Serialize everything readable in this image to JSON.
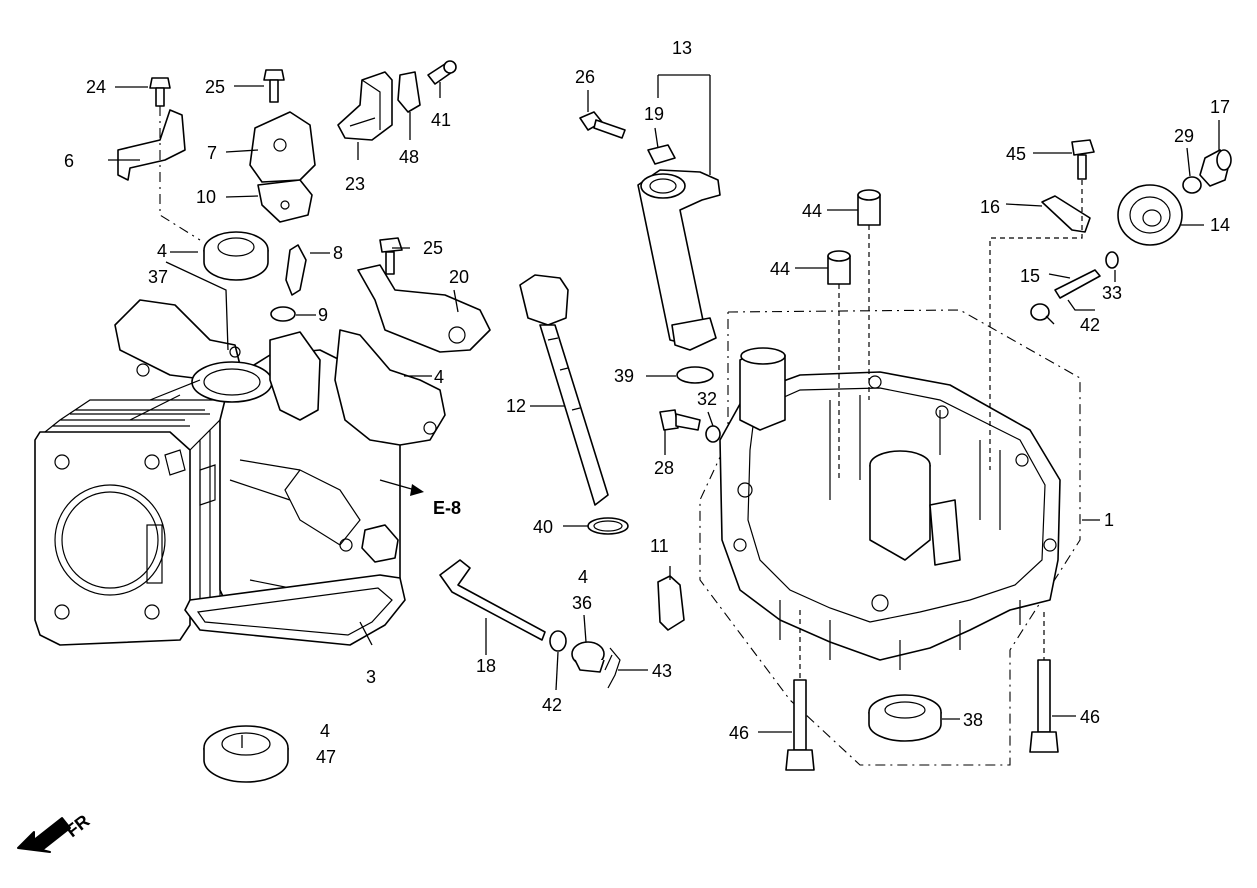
{
  "labels": {
    "l1": "1",
    "l3": "3",
    "l4a": "4",
    "l4b": "4",
    "l4c": "4",
    "l4d": "4",
    "l6": "6",
    "l7": "7",
    "l8": "8",
    "l9": "9",
    "l10": "10",
    "l11": "11",
    "l12": "12",
    "l13": "13",
    "l14": "14",
    "l15": "15",
    "l16": "16",
    "l17": "17",
    "l18": "18",
    "l19": "19",
    "l20": "20",
    "l23": "23",
    "l24": "24",
    "l25a": "25",
    "l25b": "25",
    "l26": "26",
    "l28": "28",
    "l29": "29",
    "l32": "32",
    "l33": "33",
    "l36": "36",
    "l37": "37",
    "l38": "38",
    "l39": "39",
    "l40": "40",
    "l41": "41",
    "l42a": "42",
    "l42b": "42",
    "l43": "43",
    "l44a": "44",
    "l44b": "44",
    "l45": "45",
    "l46a": "46",
    "l46b": "46",
    "l47": "47",
    "l48": "48"
  },
  "reference": "E-8",
  "direction": "FR",
  "colors": {
    "ink": "#000000",
    "paper": "#ffffff"
  }
}
